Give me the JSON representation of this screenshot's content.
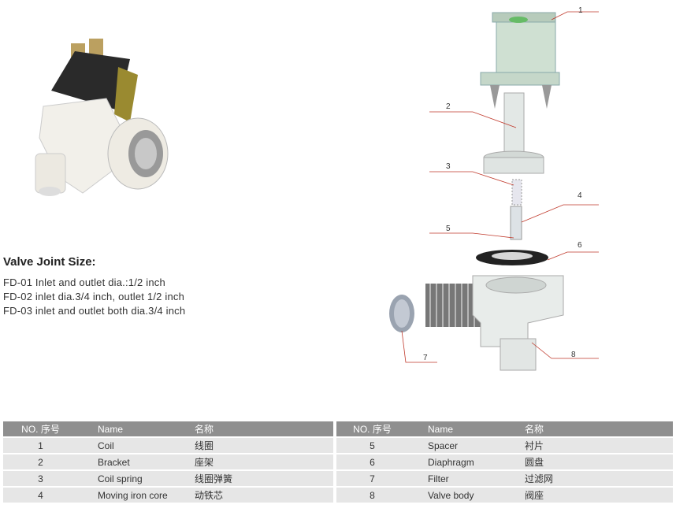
{
  "valve_size": {
    "heading": "Valve Joint Size:",
    "lines": [
      "FD-01 Inlet and outlet dia.:1/2 inch",
      "FD-02 inlet dia.3/4 inch, outlet 1/2 inch",
      "FD-03 inlet and outlet both dia.3/4 inch"
    ]
  },
  "callouts": [
    "1",
    "2",
    "3",
    "4",
    "5",
    "6",
    "7",
    "8"
  ],
  "table": {
    "headers": [
      "NO. 序号",
      "Name",
      "名称",
      "NO. 序号",
      "Name",
      "名称"
    ],
    "rows": [
      [
        "1",
        "Coil",
        "线圈",
        "5",
        "Spacer",
        "衬片"
      ],
      [
        "2",
        "Bracket",
        "座架",
        "6",
        "Diaphragm",
        "圆盘"
      ],
      [
        "3",
        "Coil spring",
        "线圈弹簧",
        "7",
        "Filter",
        "过滤网"
      ],
      [
        "4",
        "Moving iron core",
        "动铁芯",
        "8",
        "Valve body",
        "阀座"
      ]
    ]
  },
  "colors": {
    "header_bg": "#8f8f8f",
    "row_bg": "#e6e6e6",
    "callout_line": "#c0392b"
  }
}
